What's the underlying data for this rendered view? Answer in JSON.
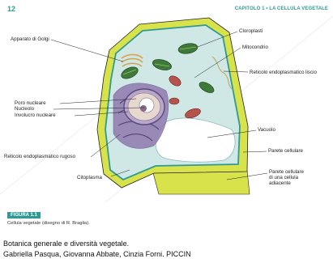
{
  "header": {
    "page_number": "12",
    "chapter": "CAPITOLO 1 • LA CELLULA VEGETALE"
  },
  "diagram": {
    "labels": {
      "golgi": "Apparato di Golgi",
      "cloroplasti": "Cloroplasti",
      "mitocondrio": "Mitocondrio",
      "reticolo_liscio": "Reticolo endoplasmatico liscio",
      "poro_nucleare": "Poro nucleare",
      "nucleolo": "Nucleolo",
      "involucro_nucleare": "Involucro nucleare",
      "reticolo_rugoso": "Reticolo endoplasmatico rugoso",
      "vacuolo": "Vacuolo",
      "parete_cellulare": "Parete cellulare",
      "parete_adiacente": "Parete cellulare di una cellula adiacente",
      "citoplasma": "Citoplasma"
    },
    "colors": {
      "cell_wall": "#d8e24a",
      "membrane": "#2f9a94",
      "cytoplasm": "#cfe7e5",
      "vacuole": "#ffffff",
      "nucleus": "#b9a6c9",
      "rough_er": "#8f79b0",
      "mitochondria": "#b5544c",
      "chloroplast": "#3d7a3a",
      "golgi": "#d8a34a"
    }
  },
  "figure": {
    "badge": "FIGURA 1.1",
    "caption": "Cellula vegetale (disegno di R. Braglia)."
  },
  "source": {
    "line1": "Botanica generale e diversità vegetale.",
    "line2": "Gabriella Pasqua, Giovanna Abbate, Cinzia Forni. PICCIN"
  }
}
